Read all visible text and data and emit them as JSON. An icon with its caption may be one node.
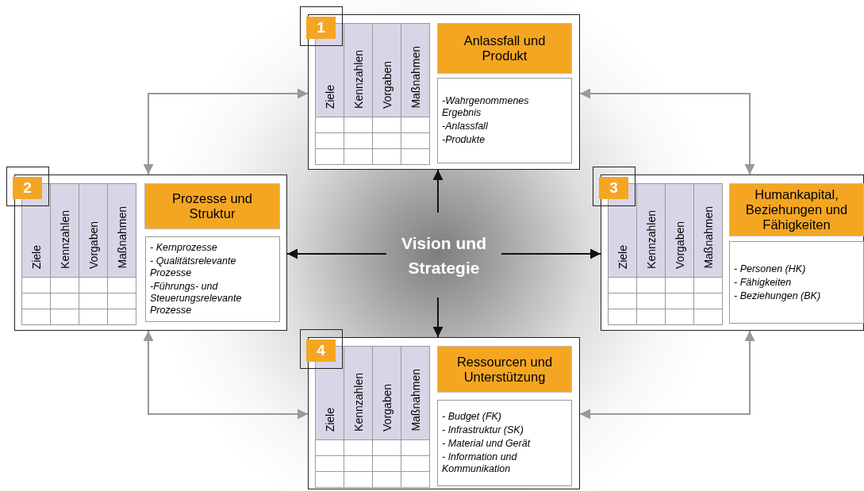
{
  "diagram": {
    "nodes": [
      {
        "text": [
          "Vision und Strategie"
        ]
      },
      {
        "text": [
          "1",
          "Ziele",
          "Kennzahlen",
          "Vorgaben",
          "Maßnahmen"
        ]
      },
      {
        "text": [
          "Anlassfall und Produkt"
        ],
        "in": 1
      },
      {
        "text": [
          "-Wahrgenommenes Ergebnis",
          "-Anlassfall",
          "-Produkte"
        ],
        "in": 1
      },
      {
        "text": [
          "2",
          "Ziele",
          "Kennzahlen",
          "Vorgaben",
          "Maßnahmen"
        ]
      },
      {
        "text": [
          "Prozesse und Struktur"
        ],
        "in": 4
      },
      {
        "text": [
          "- Kernprozesse",
          "- Qualitätsrelevante Prozesse",
          "-Führungs- und Steuerungsrelevante Prozesse"
        ],
        "in": 4
      },
      {
        "text": [
          "3",
          "Ziele",
          "Kennzahlen",
          "Vorgaben",
          "Maßnahmen"
        ]
      },
      {
        "text": [
          "Humankapital, Beziehungen und Fähigkeiten"
        ],
        "in": 7
      },
      {
        "text": [
          "- Personen (HK)",
          "- Fähigkeiten",
          "- Beziehungen (BK)"
        ],
        "in": 7
      },
      {
        "text": [
          "4",
          "Ziele",
          "Kennzahlen",
          "Vorgaben",
          "Maßnahmen"
        ]
      },
      {
        "text": [
          "Ressourcen und Unterstützung"
        ],
        "in": 10
      },
      {
        "text": [
          "- Budget (FK)",
          "- Infrastruktur (SK)",
          "- Material und Gerät",
          "- Information und Kommunikation"
        ],
        "in": 10
      }
    ],
    "edges": [
      {
        "from": 0,
        "to": 1,
        "arrow": "to"
      },
      {
        "from": 0,
        "to": 4,
        "arrow": "to"
      },
      {
        "from": 0,
        "to": 7,
        "arrow": "to"
      },
      {
        "from": 0,
        "to": 10,
        "arrow": "to"
      },
      {
        "from": 4,
        "to": 1,
        "arrow": "both",
        "color": "#999999"
      },
      {
        "from": 1,
        "to": 7,
        "arrow": "both",
        "color": "#999999"
      },
      {
        "from": 4,
        "to": 10,
        "arrow": "both",
        "color": "#999999"
      },
      {
        "from": 7,
        "to": 10,
        "arrow": "both",
        "color": "#999999"
      }
    ]
  }
}
